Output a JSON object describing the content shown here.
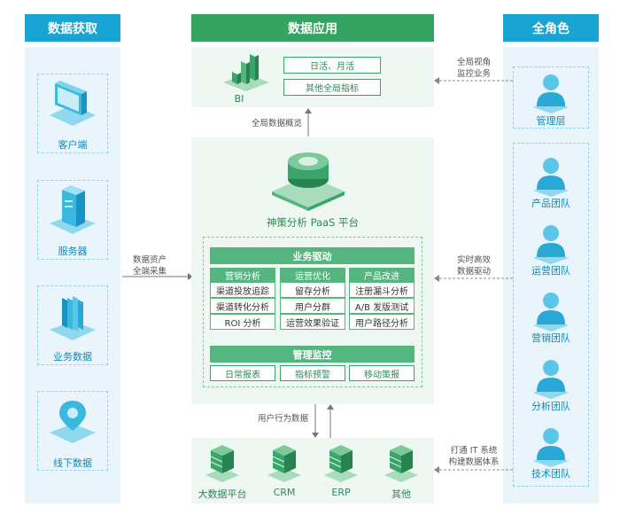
{
  "left": {
    "title": "数据获取",
    "items": [
      {
        "label": "客户端",
        "icon": "monitor-icon"
      },
      {
        "label": "服务器",
        "icon": "server-icon"
      },
      {
        "label": "业务数据",
        "icon": "documents-icon"
      },
      {
        "label": "线下数据",
        "icon": "location-pin-icon"
      }
    ],
    "arrow_text": [
      "数据资产",
      "全端采集"
    ]
  },
  "center": {
    "title": "数据应用",
    "bi": {
      "label": "BI",
      "icon": "bar-chart-icon",
      "items": [
        "日活、月活",
        "其他全局指标"
      ]
    },
    "overview_text": "全局数据概览",
    "platform": {
      "label": "神策分析 PaaS 平台",
      "icon": "platform-disc-icon"
    },
    "business": {
      "title": "业务驱动",
      "columns": [
        {
          "header": "营销分析",
          "cells": [
            "渠道投放追踪",
            "渠道转化分析",
            "ROI 分析"
          ]
        },
        {
          "header": "运营优化",
          "cells": [
            "留存分析",
            "用户分群",
            "运营效果验证"
          ]
        },
        {
          "header": "产品改进",
          "cells": [
            "注册漏斗分析",
            "A/B 发版测试",
            "用户路径分析"
          ]
        }
      ]
    },
    "management": {
      "title": "管理监控",
      "cells": [
        "日常报表",
        "指标预警",
        "移动策报"
      ]
    },
    "behavior_text": "用户行为数据",
    "bottom_items": [
      {
        "label": "大数据平台",
        "icon": "server-stack-icon"
      },
      {
        "label": "CRM",
        "icon": "server-stack-icon"
      },
      {
        "label": "ERP",
        "icon": "server-stack-icon"
      },
      {
        "label": "其他",
        "icon": "server-stack-icon"
      }
    ]
  },
  "right": {
    "title": "全角色",
    "top_item": {
      "label": "管理层",
      "icon": "person-icon"
    },
    "top_arrow_text": [
      "全局视角",
      "监控业务"
    ],
    "items": [
      {
        "label": "产品团队",
        "icon": "person-icon"
      },
      {
        "label": "运营团队",
        "icon": "person-icon"
      },
      {
        "label": "营销团队",
        "icon": "person-icon"
      },
      {
        "label": "分析团队",
        "icon": "person-icon"
      },
      {
        "label": "技术团队",
        "icon": "person-icon"
      }
    ],
    "mid_arrow_text": [
      "实时高效",
      "数据驱动"
    ],
    "bottom_arrow_text": [
      "打通 IT 系统",
      "构建数据体系"
    ]
  },
  "colors": {
    "blue": "#19a4d4",
    "green": "#35a463",
    "green_bar": "#55b57f"
  }
}
